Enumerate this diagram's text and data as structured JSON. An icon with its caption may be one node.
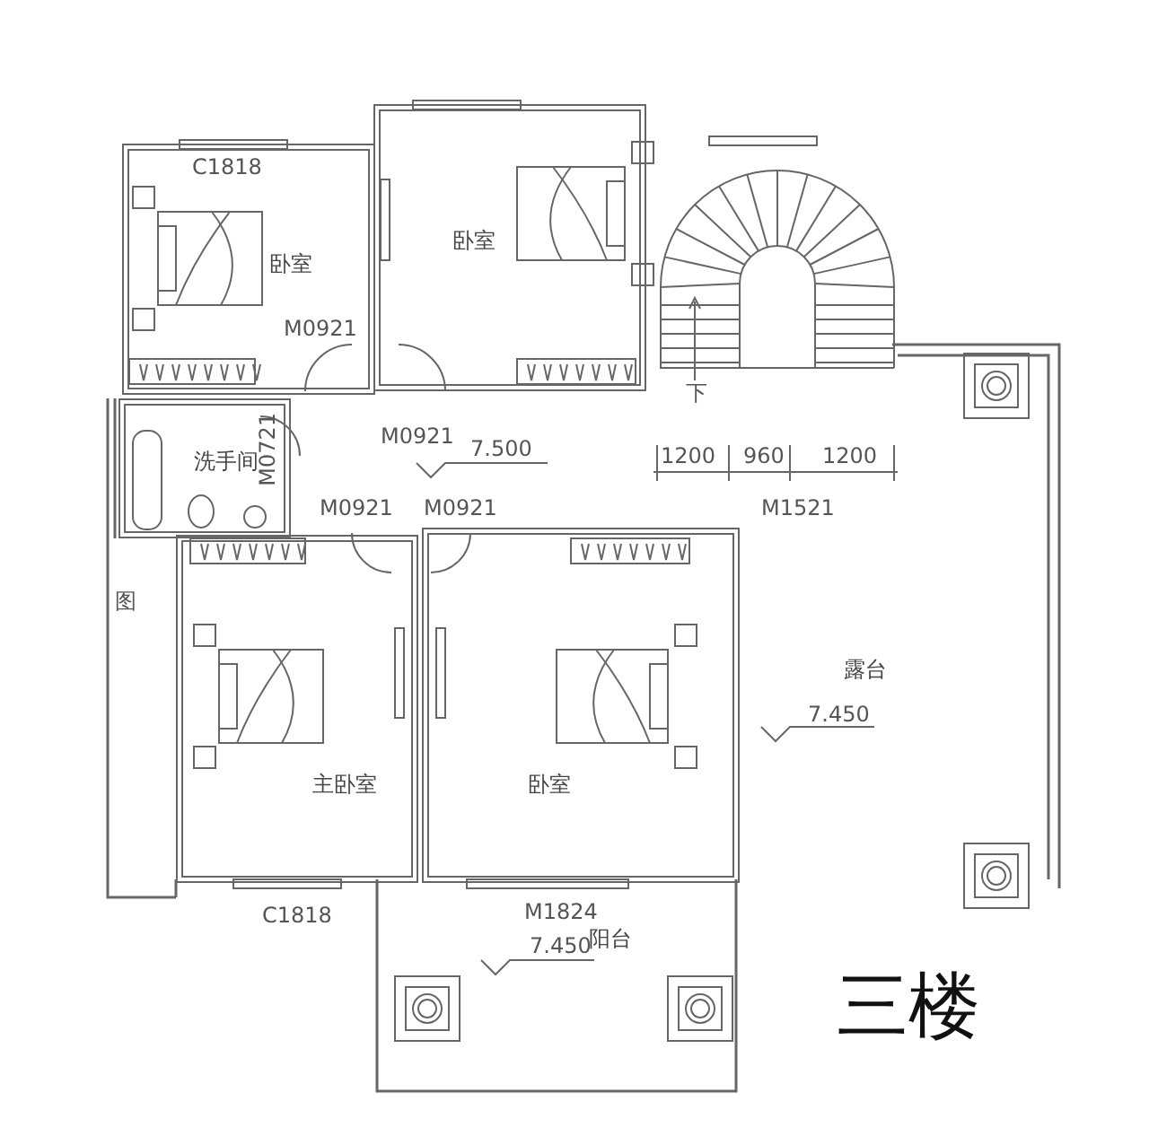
{
  "diagram": {
    "title": "三楼",
    "nodes": [
      {
        "text": [
          "卧室"
        ]
      },
      {
        "text": [
          "卧室"
        ]
      },
      {
        "text": [
          "洗手间"
        ]
      },
      {
        "text": [
          "主卧室"
        ]
      },
      {
        "text": [
          "卧室"
        ]
      },
      {
        "text": [
          "露台"
        ]
      },
      {
        "text": [
          "阳台"
        ]
      }
    ],
    "labels": [
      "C1818",
      "M0921",
      "M0721",
      "M0921",
      "7.500",
      "M0921",
      "M0921",
      "下",
      "1200",
      "960",
      "1200",
      "M1521",
      "图",
      "7.450",
      "C1818",
      "M1824",
      "7.450"
    ]
  }
}
